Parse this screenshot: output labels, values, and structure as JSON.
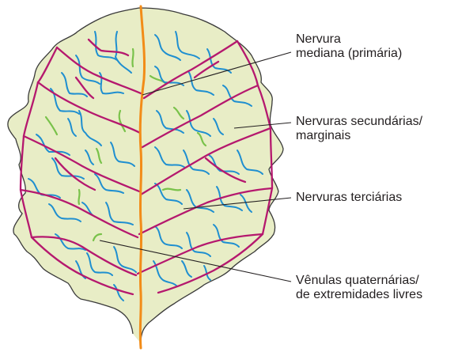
{
  "labels": {
    "midrib": {
      "line1": "Nervura",
      "line2": "mediana (primária)"
    },
    "secondary": {
      "line1": "Nervuras secundárias/",
      "line2": "marginais"
    },
    "tertiary": {
      "line1": "Nervuras terciárias"
    },
    "quaternary": {
      "line1": "Vênulas quaternárias/",
      "line2": "de extremidades livres"
    }
  },
  "colors": {
    "leaf_fill": "#e8edc6",
    "leaf_outline": "#3a3a3a",
    "midrib": "#f28c18",
    "secondary": "#b5186e",
    "tertiary": "#1f8fd0",
    "quaternary": "#79c24a",
    "leader": "#231f20"
  }
}
